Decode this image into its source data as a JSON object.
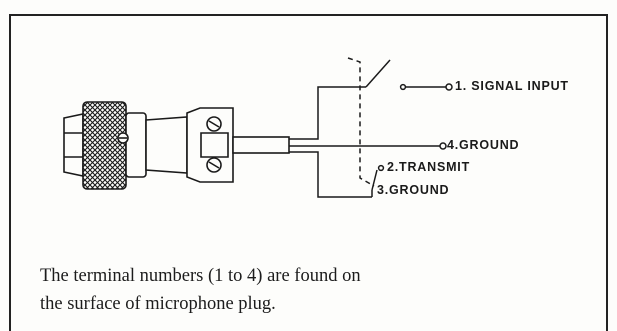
{
  "labels": {
    "signal_input": "1. SIGNAL INPUT",
    "ground_4": "4.GROUND",
    "transmit": "2.TRANSMIT",
    "ground_3": "3.GROUND"
  },
  "caption": {
    "line1": "The terminal numbers (1 to 4) are found on",
    "line2": "the surface of microphone plug."
  }
}
